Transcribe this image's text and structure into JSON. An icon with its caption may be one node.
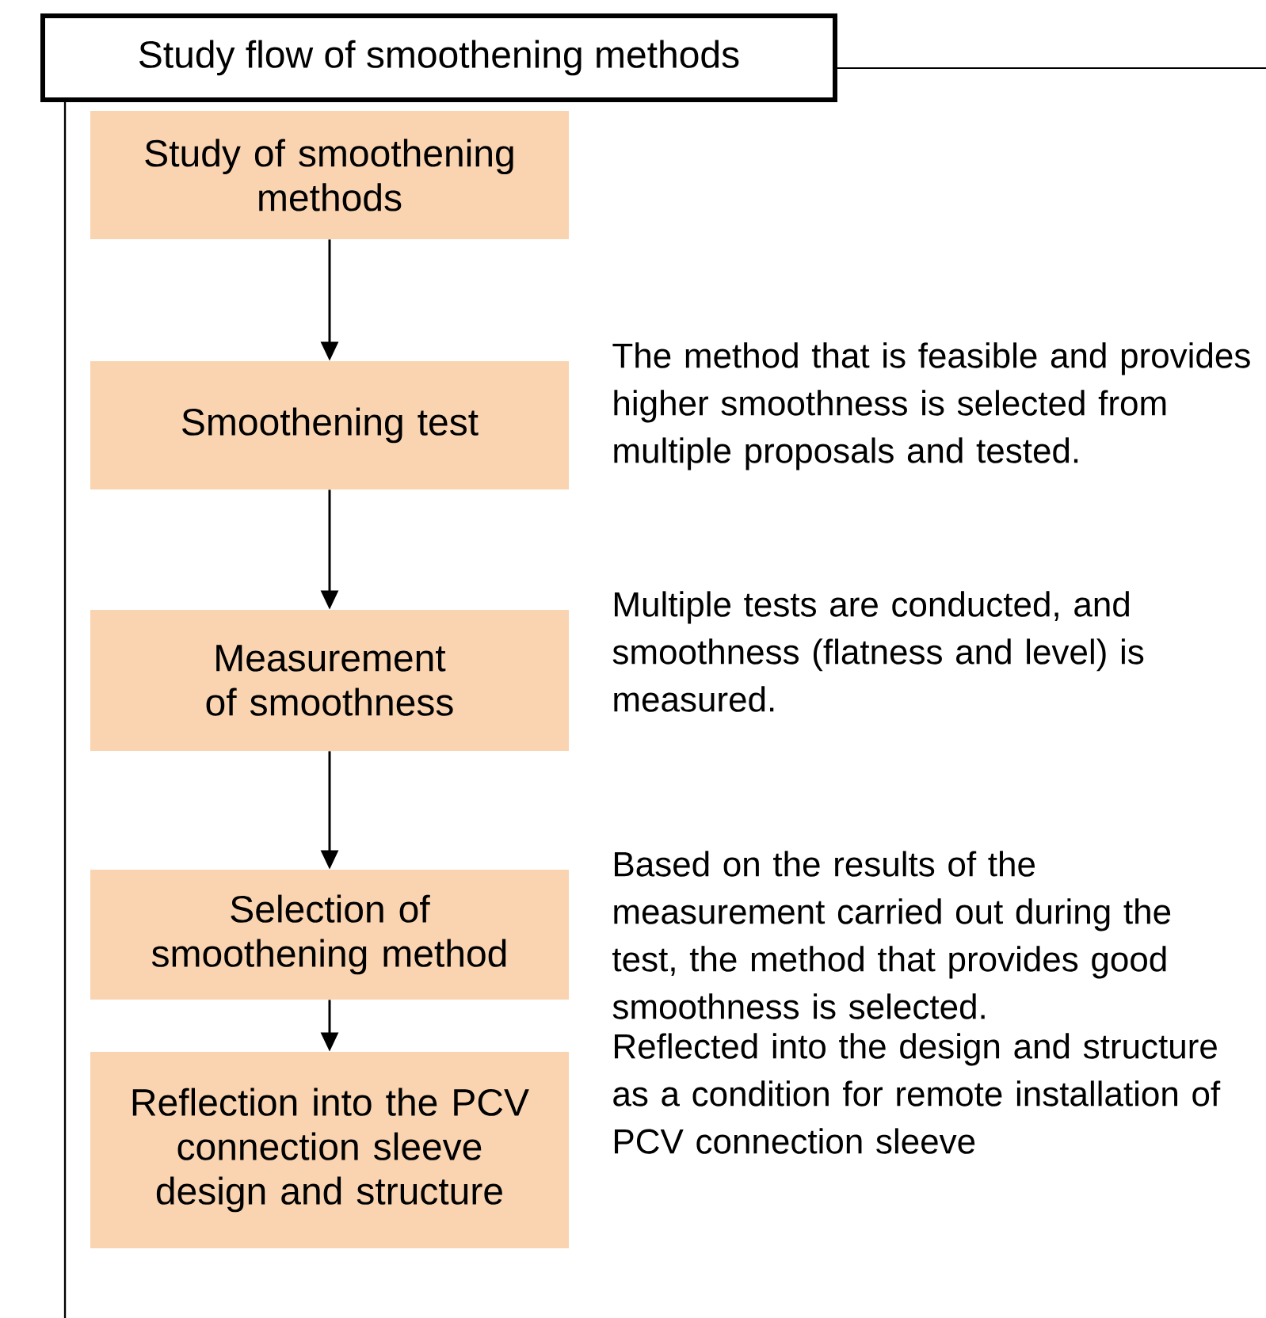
{
  "diagram": {
    "title": "Study flow of smoothening methods",
    "nodes": [
      {
        "text": [
          "Study of smoothening methods"
        ]
      },
      {
        "text": [
          "Smoothening test"
        ],
        "beside": [
          "The method that is feasible and provides higher smoothness is selected from multiple proposals and tested."
        ]
      },
      {
        "text": [
          "Measurement of smoothness"
        ],
        "beside": [
          "Multiple tests are conducted, and smoothness (flatness and level) is measured."
        ]
      },
      {
        "text": [
          "Selection of smoothening method"
        ],
        "beside": [
          "Based on the results of the measurement carried out during the test, the method that provides good smoothness is selected."
        ]
      },
      {
        "text": [
          "Reflection into the PCV connection sleeve design and structure"
        ],
        "beside": [
          "Reflected into the design and structure as a condition for remote installation of PCV connection sleeve"
        ]
      }
    ],
    "edges": [
      {
        "from": 0,
        "to": 1,
        "arrow": "to"
      },
      {
        "from": 1,
        "to": 2,
        "arrow": "to"
      },
      {
        "from": 2,
        "to": 3,
        "arrow": "to"
      },
      {
        "from": 3,
        "to": 4,
        "arrow": "to"
      }
    ]
  }
}
